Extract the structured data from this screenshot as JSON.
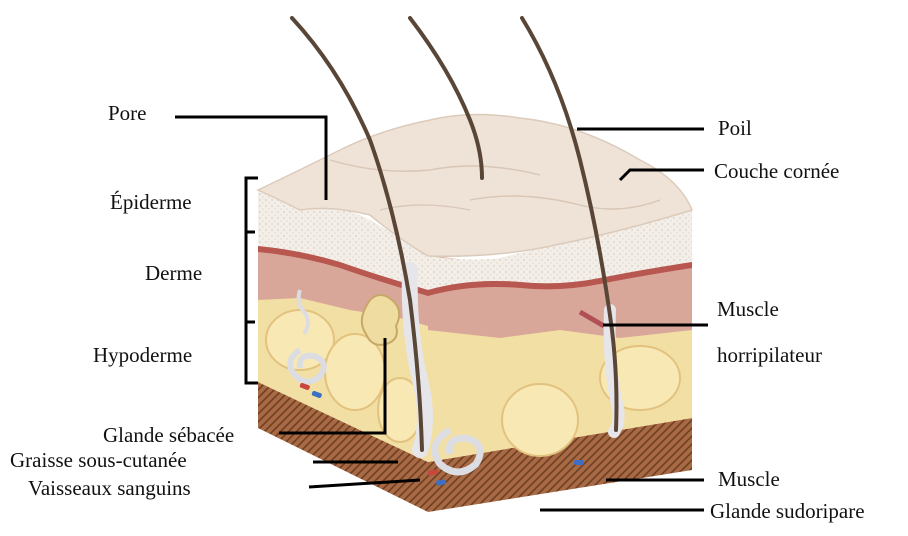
{
  "labels": {
    "pore": "Pore",
    "epiderme": "Épiderme",
    "derme": "Derme",
    "hypoderme": "Hypoderme",
    "glande_sebacee": "Glande sébacée",
    "graisse": "Graisse sous-cutanée",
    "vaisseaux": "Vaisseaux sanguins",
    "poil": "Poil",
    "couche_cornee": "Couche cornée",
    "muscle_horripilateur_1": "Muscle",
    "muscle_horripilateur_2": "horripilateur",
    "muscle": "Muscle",
    "glande_sudoripare": "Glande sudoripare"
  },
  "colors": {
    "surface": "#efe2d6",
    "epidermis": "#f4efea",
    "dermis": "#d9a79a",
    "fat": "#f2dfa3",
    "muscle_base": "#8a5a3c",
    "hair": "#5a4637",
    "leader": "#000000"
  }
}
